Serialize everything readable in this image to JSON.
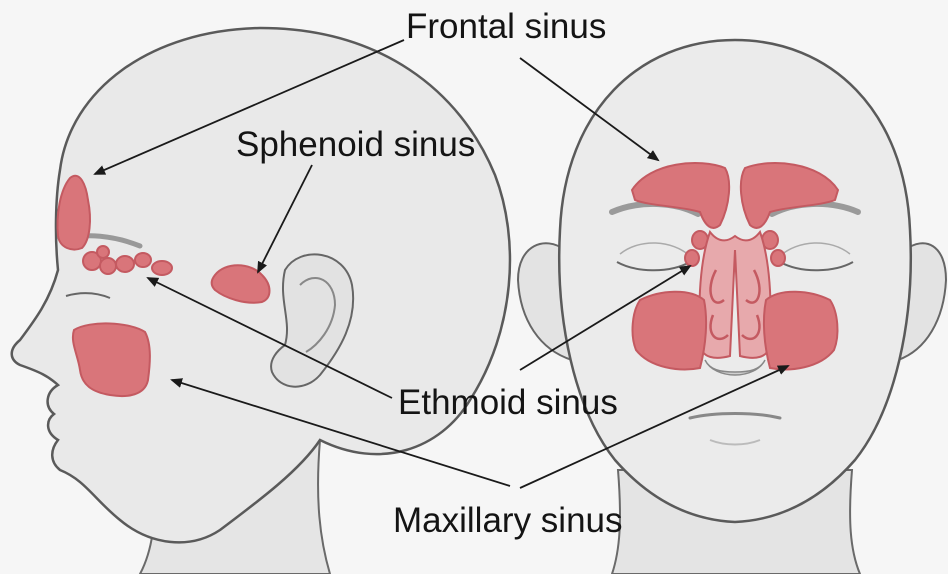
{
  "labels": {
    "frontal": "Frontal sinus",
    "sphenoid": "Sphenoid sinus",
    "ethmoid": "Ethmoid sinus",
    "maxillary": "Maxillary sinus"
  },
  "colors": {
    "background": "#f6f6f6",
    "skin": "#e8e8e8",
    "outline": "#5a5a5a",
    "sinus_fill": "#d9757a",
    "sinus_outline": "#c45a61",
    "arrow": "#1a1a1a"
  }
}
